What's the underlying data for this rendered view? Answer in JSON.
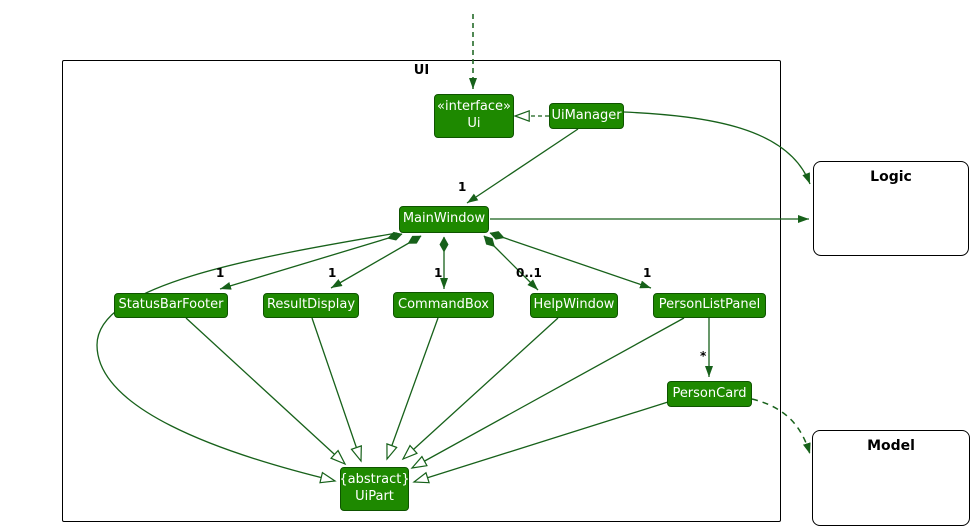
{
  "colors": {
    "node_fill": "#1e8900",
    "node_border": "#0e5400",
    "node_text": "#ffffff",
    "edge": "#17611a",
    "frame_border": "#000000",
    "label_text": "#000000"
  },
  "container": {
    "label": "UI"
  },
  "nodes": {
    "ui_interface": {
      "stereotype": "«interface»",
      "name": "Ui"
    },
    "ui_manager": {
      "name": "UiManager"
    },
    "main_window": {
      "name": "MainWindow"
    },
    "status_bar_footer": {
      "name": "StatusBarFooter"
    },
    "result_display": {
      "name": "ResultDisplay"
    },
    "command_box": {
      "name": "CommandBox"
    },
    "help_window": {
      "name": "HelpWindow"
    },
    "person_list_panel": {
      "name": "PersonListPanel"
    },
    "person_card": {
      "name": "PersonCard"
    },
    "ui_part": {
      "modifier": "{abstract}",
      "name": "UiPart"
    }
  },
  "external_nodes": {
    "logic": {
      "name": "Logic"
    },
    "model": {
      "name": "Model"
    }
  },
  "multiplicities": {
    "uimanager_mainwindow": "1",
    "mainwindow_statusbarfooter": "1",
    "mainwindow_resultdisplay": "1",
    "mainwindow_commandbox": "1",
    "mainwindow_helpwindow": "0..1",
    "mainwindow_personlistpanel": "1",
    "personlistpanel_personcard": "*"
  }
}
